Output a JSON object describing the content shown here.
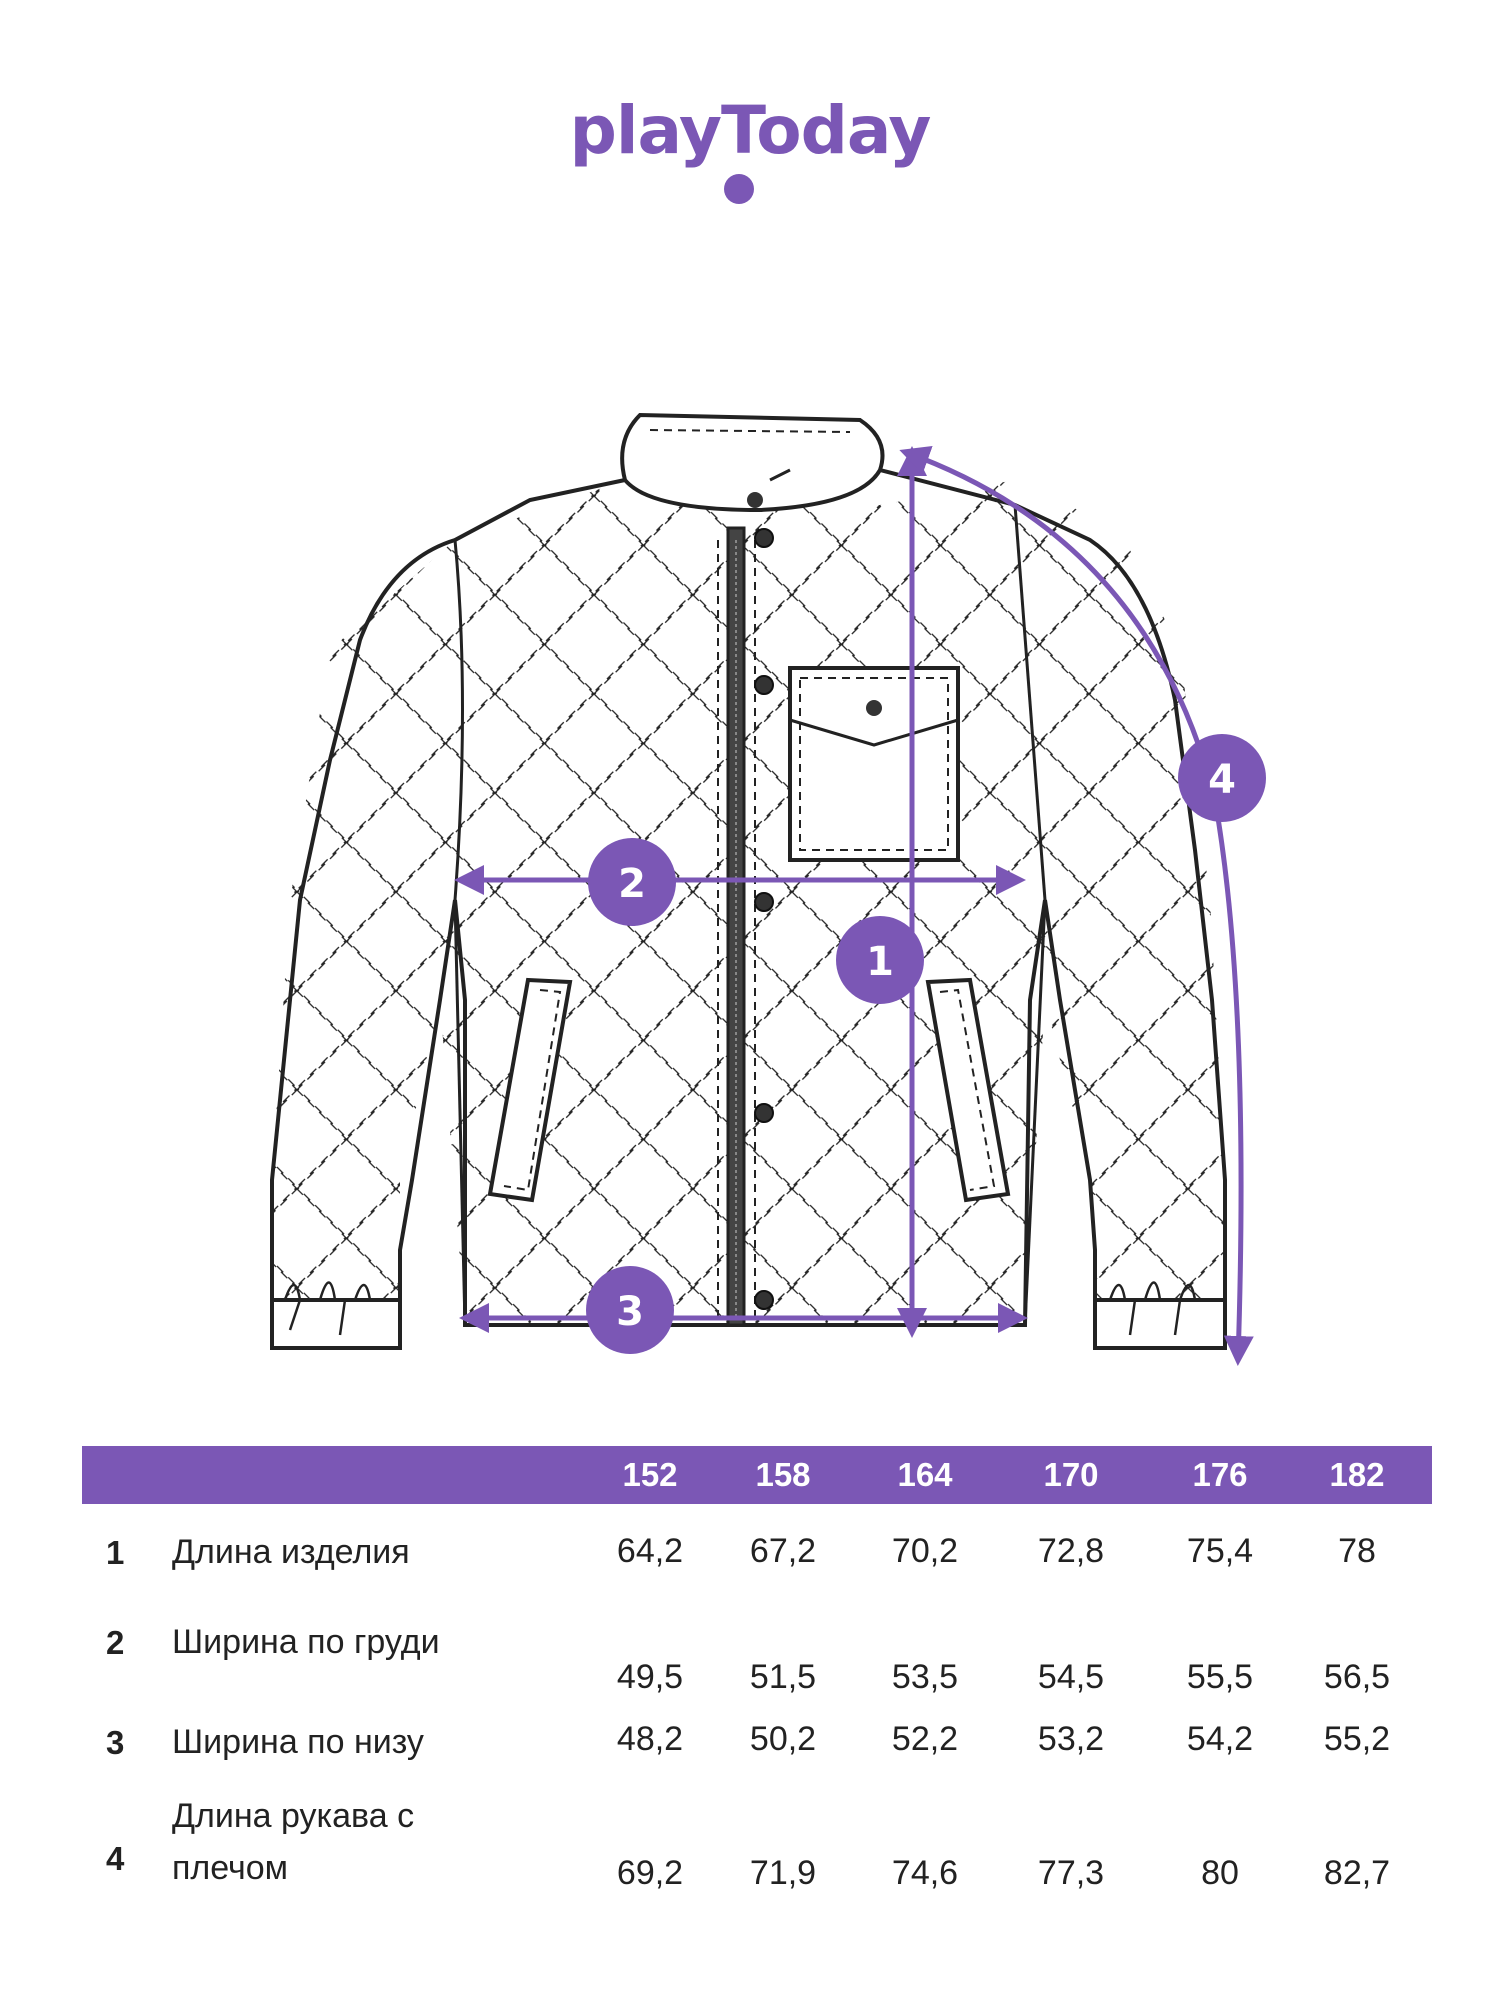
{
  "brand": {
    "logo_text": "playToday",
    "color": "#7b57b5"
  },
  "diagram": {
    "badges": [
      {
        "label": "1",
        "meaning": "Длина изделия"
      },
      {
        "label": "2",
        "meaning": "Ширина по груди"
      },
      {
        "label": "3",
        "meaning": "Ширина по низу"
      },
      {
        "label": "4",
        "meaning": "Длина рукава с плечом"
      }
    ]
  },
  "size_table": {
    "sizes": [
      "152",
      "158",
      "164",
      "170",
      "176",
      "182"
    ],
    "rows": [
      {
        "num": "1",
        "label": "Длина изделия",
        "values": [
          "64,2",
          "67,2",
          "70,2",
          "72,8",
          "75,4",
          "78"
        ]
      },
      {
        "num": "2",
        "label": "Ширина по груди",
        "values": [
          "49,5",
          "51,5",
          "53,5",
          "54,5",
          "55,5",
          "56,5"
        ]
      },
      {
        "num": "3",
        "label": "Ширина по низу",
        "values": [
          "48,2",
          "50,2",
          "52,2",
          "53,2",
          "54,2",
          "55,2"
        ]
      },
      {
        "num": "4",
        "label": "Длина рукава с плечом",
        "values": [
          "69,2",
          "71,9",
          "74,6",
          "77,3",
          "80",
          "82,7"
        ]
      }
    ]
  }
}
